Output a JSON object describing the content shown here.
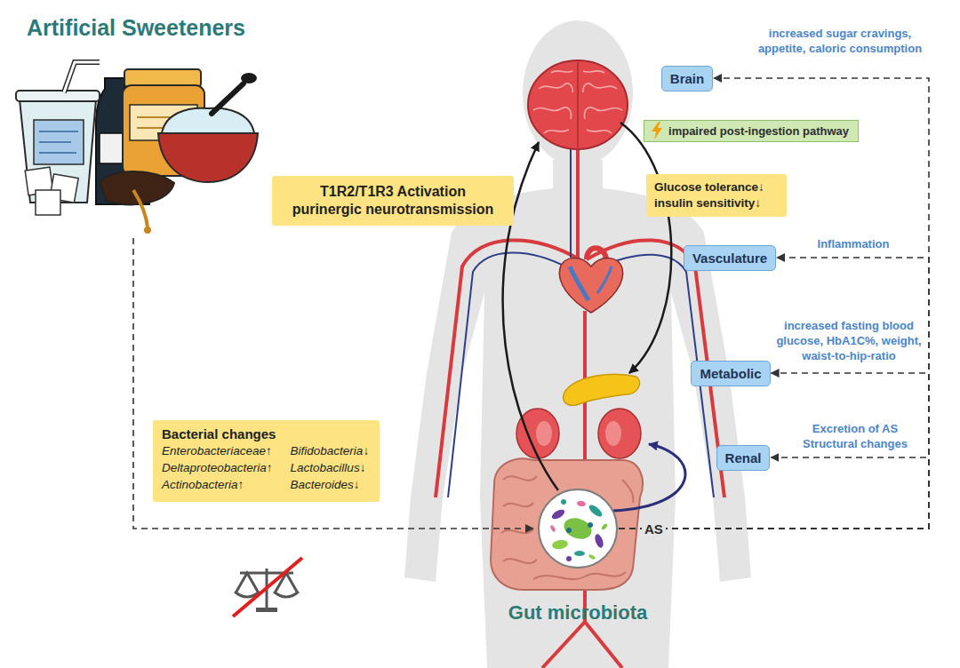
{
  "diagram": {
    "title": "Artificial Sweeteners",
    "nodes": [
      {
        "text": [
          "Brain"
        ]
      },
      {
        "text": [
          "impaired post-ingestion pathway"
        ]
      },
      {
        "text": [
          "T1R2/T1R3 Activation purinergic neurotransmission"
        ]
      },
      {
        "text": [
          "Glucose tolerance↓ insulin sensitivity↓"
        ]
      },
      {
        "text": [
          "Vasculature"
        ]
      },
      {
        "text": [
          "Metabolic"
        ]
      },
      {
        "text": [
          "Bacterial changes",
          "Enterobacteriaceae↑",
          "Bifidobacteria↓",
          "Deltaproteobacteria↑",
          "Lactobacillus↓",
          "Actinobacteria↑",
          "Bacteroides↓"
        ]
      },
      {
        "text": [
          "Renal"
        ]
      },
      {
        "text": [
          "Gut microbiota"
        ]
      }
    ],
    "edges": [
      {
        "from": 8,
        "to": 0,
        "arrow": "to",
        "label": "increased sugar cravings, appetite, caloric consumption"
      },
      {
        "from": 8,
        "to": 4,
        "arrow": "to",
        "label": "Inflammation"
      },
      {
        "from": 8,
        "to": 5,
        "arrow": "to",
        "label": "increased fasting blood glucose, HbA1C%, weight, waist-to-hip-ratio"
      },
      {
        "from": 8,
        "to": 7,
        "arrow": "to",
        "label": "Excretion of AS Structural changes"
      }
    ],
    "labels": [
      "AS"
    ]
  }
}
